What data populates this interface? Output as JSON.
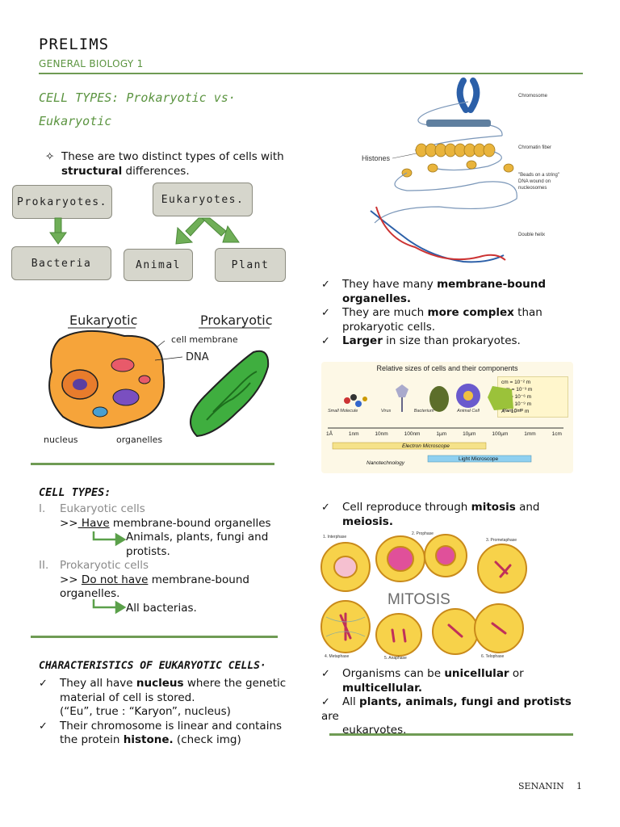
{
  "header": {
    "title": "PRELIMS",
    "subtitle": "GENERAL BIOLOGY 1"
  },
  "section1": {
    "title_line1": "CELL TYPES: Prokaryotic vs·",
    "title_line2": "Eukaryotic",
    "intro_part1": "These are two distinct types of cells with",
    "intro_bold": "structural",
    "intro_part2": " differences."
  },
  "boxes": {
    "prokaryotes": "Prokaryotes.",
    "eukaryotes": "Eukaryotes.",
    "bacteria": "Bacteria",
    "animal": "Animal",
    "plant": "Plant"
  },
  "chromosome_labels": {
    "chromosome": "Chromosome",
    "histones": "Histones",
    "chromatin": "Chromatin fiber",
    "beads_1": "\"Beads on a string\"",
    "beads_2": "DNA wound on",
    "beads_3": "nucleosomes",
    "helix": "Double helix"
  },
  "cell_labels": {
    "eukaryotic": "Eukaryotic",
    "prokaryotic": "Prokaryotic",
    "cell_membrane": "cell membrane",
    "dna": "DNA",
    "nucleus": "nucleus",
    "organelles": "organelles"
  },
  "eukaryote_points": {
    "p1_a": "They have many ",
    "p1_b": "membrane-bound",
    "p1_c": "organelles.",
    "p2_a": "They are much ",
    "p2_b": "more complex",
    "p2_c": " than",
    "p2_d": "prokaryotic cells.",
    "p3_a": "Larger",
    "p3_b": " in size than prokaryotes."
  },
  "sizes_chart": {
    "title": "Relative sizes of cells and their components",
    "items": [
      "Small Molecule",
      "Virus",
      "Bacterium",
      "Animal Cell",
      "Plant Cell"
    ],
    "scale": [
      "1Å",
      "1nm",
      "10nm",
      "100nm",
      "1µm",
      "10µm",
      "100µm",
      "1mm",
      "1cm"
    ],
    "units": [
      "cm = 10⁻² m",
      "mm = 10⁻³ m",
      "µm = 10⁻⁶ m",
      "nm = 10⁻⁹ m",
      "Å = 10⁻¹⁰ m"
    ],
    "electron": "Electron Microscope",
    "light": "Light Microscope",
    "nano": "Nanotechnology"
  },
  "cell_types": {
    "heading": "CELL TYPES:",
    "n1": "I.",
    "item1": "Eukaryotic cells",
    "item1_a": ">>",
    "item1_have": " Have",
    "item1_b": " membrane-bound organelles",
    "item1_c": "Animals, plants, fungi and",
    "item1_d": "protists.",
    "n2": "II.",
    "item2": "Prokaryotic cells",
    "item2_a": ">> ",
    "item2_have": "Do not have",
    "item2_b": " membrane-bound",
    "item2_c": "organelles.",
    "item2_d": "All bacterias."
  },
  "reproduction": {
    "a": "Cell reproduce through ",
    "b": "mitosis",
    "c": " and",
    "d": "meiosis."
  },
  "mitosis": {
    "title": "MITOSIS",
    "stages": [
      "1. Interphase",
      "2. Prophase",
      "3. Prometaphase",
      "4. Metaphase",
      "5. Anaphase",
      "6. Telophase"
    ]
  },
  "characteristics": {
    "heading": "CHARACTERISTICS OF EUKARYOTIC CELLS·",
    "c1_a": "They all have ",
    "c1_b": "nucleus",
    "c1_c": " where the genetic",
    "c1_d": "material of cell is stored.",
    "c1_e": "(“Eu”, true : “Karyon”, nucleus)",
    "c2_a": "Their chromosome is linear and contains",
    "c2_b": "the protein ",
    "c2_c": "histone.",
    "c2_d": " (check img)"
  },
  "organisms": {
    "o1_a": "Organisms can be ",
    "o1_b": "unicellular",
    "o1_c": " or",
    "o1_d": "multicellular.",
    "o2_a": "All ",
    "o2_b": "plants, animals, fungi and protists",
    "o2_c": " are",
    "o2_d": "eukaryotes."
  },
  "footer": {
    "author": "SENANIN",
    "page": "1"
  }
}
